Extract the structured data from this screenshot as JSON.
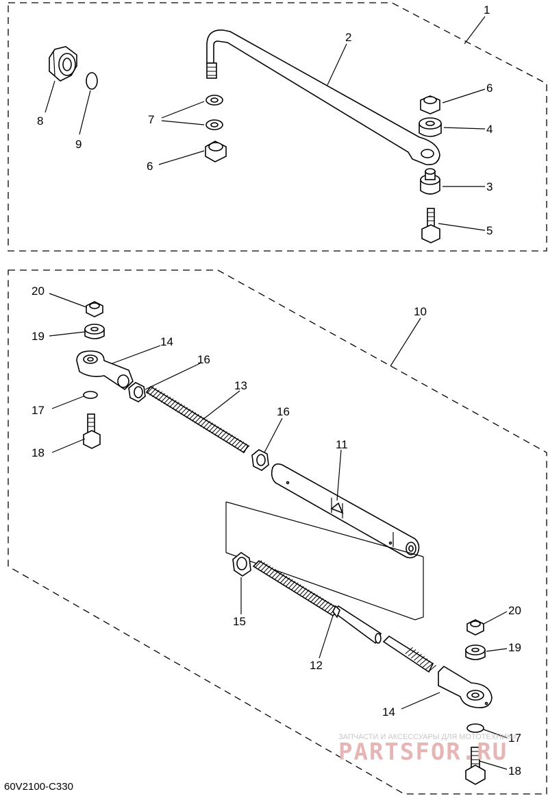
{
  "diagram_code": "60V2100-C330",
  "watermark": {
    "tagline": "ЗАПЧАСТИ И АКСЕССУАРЫ ДЛЯ МОТОТЕХНИКИ",
    "brand": "PARTSFOR.RU"
  },
  "callouts": {
    "c1": "1",
    "c2": "2",
    "c3": "3",
    "c4": "4",
    "c5": "5",
    "c6a": "6",
    "c6b": "6",
    "c7": "7",
    "c8": "8",
    "c9": "9",
    "c10": "10",
    "c11": "11",
    "c12": "12",
    "c13": "13",
    "c14a": "14",
    "c14b": "14",
    "c15": "15",
    "c16a": "16",
    "c16b": "16",
    "c17a": "17",
    "c17b": "17",
    "c18a": "18",
    "c18b": "18",
    "c19a": "19",
    "c19b": "19",
    "c20a": "20",
    "c20b": "20"
  }
}
